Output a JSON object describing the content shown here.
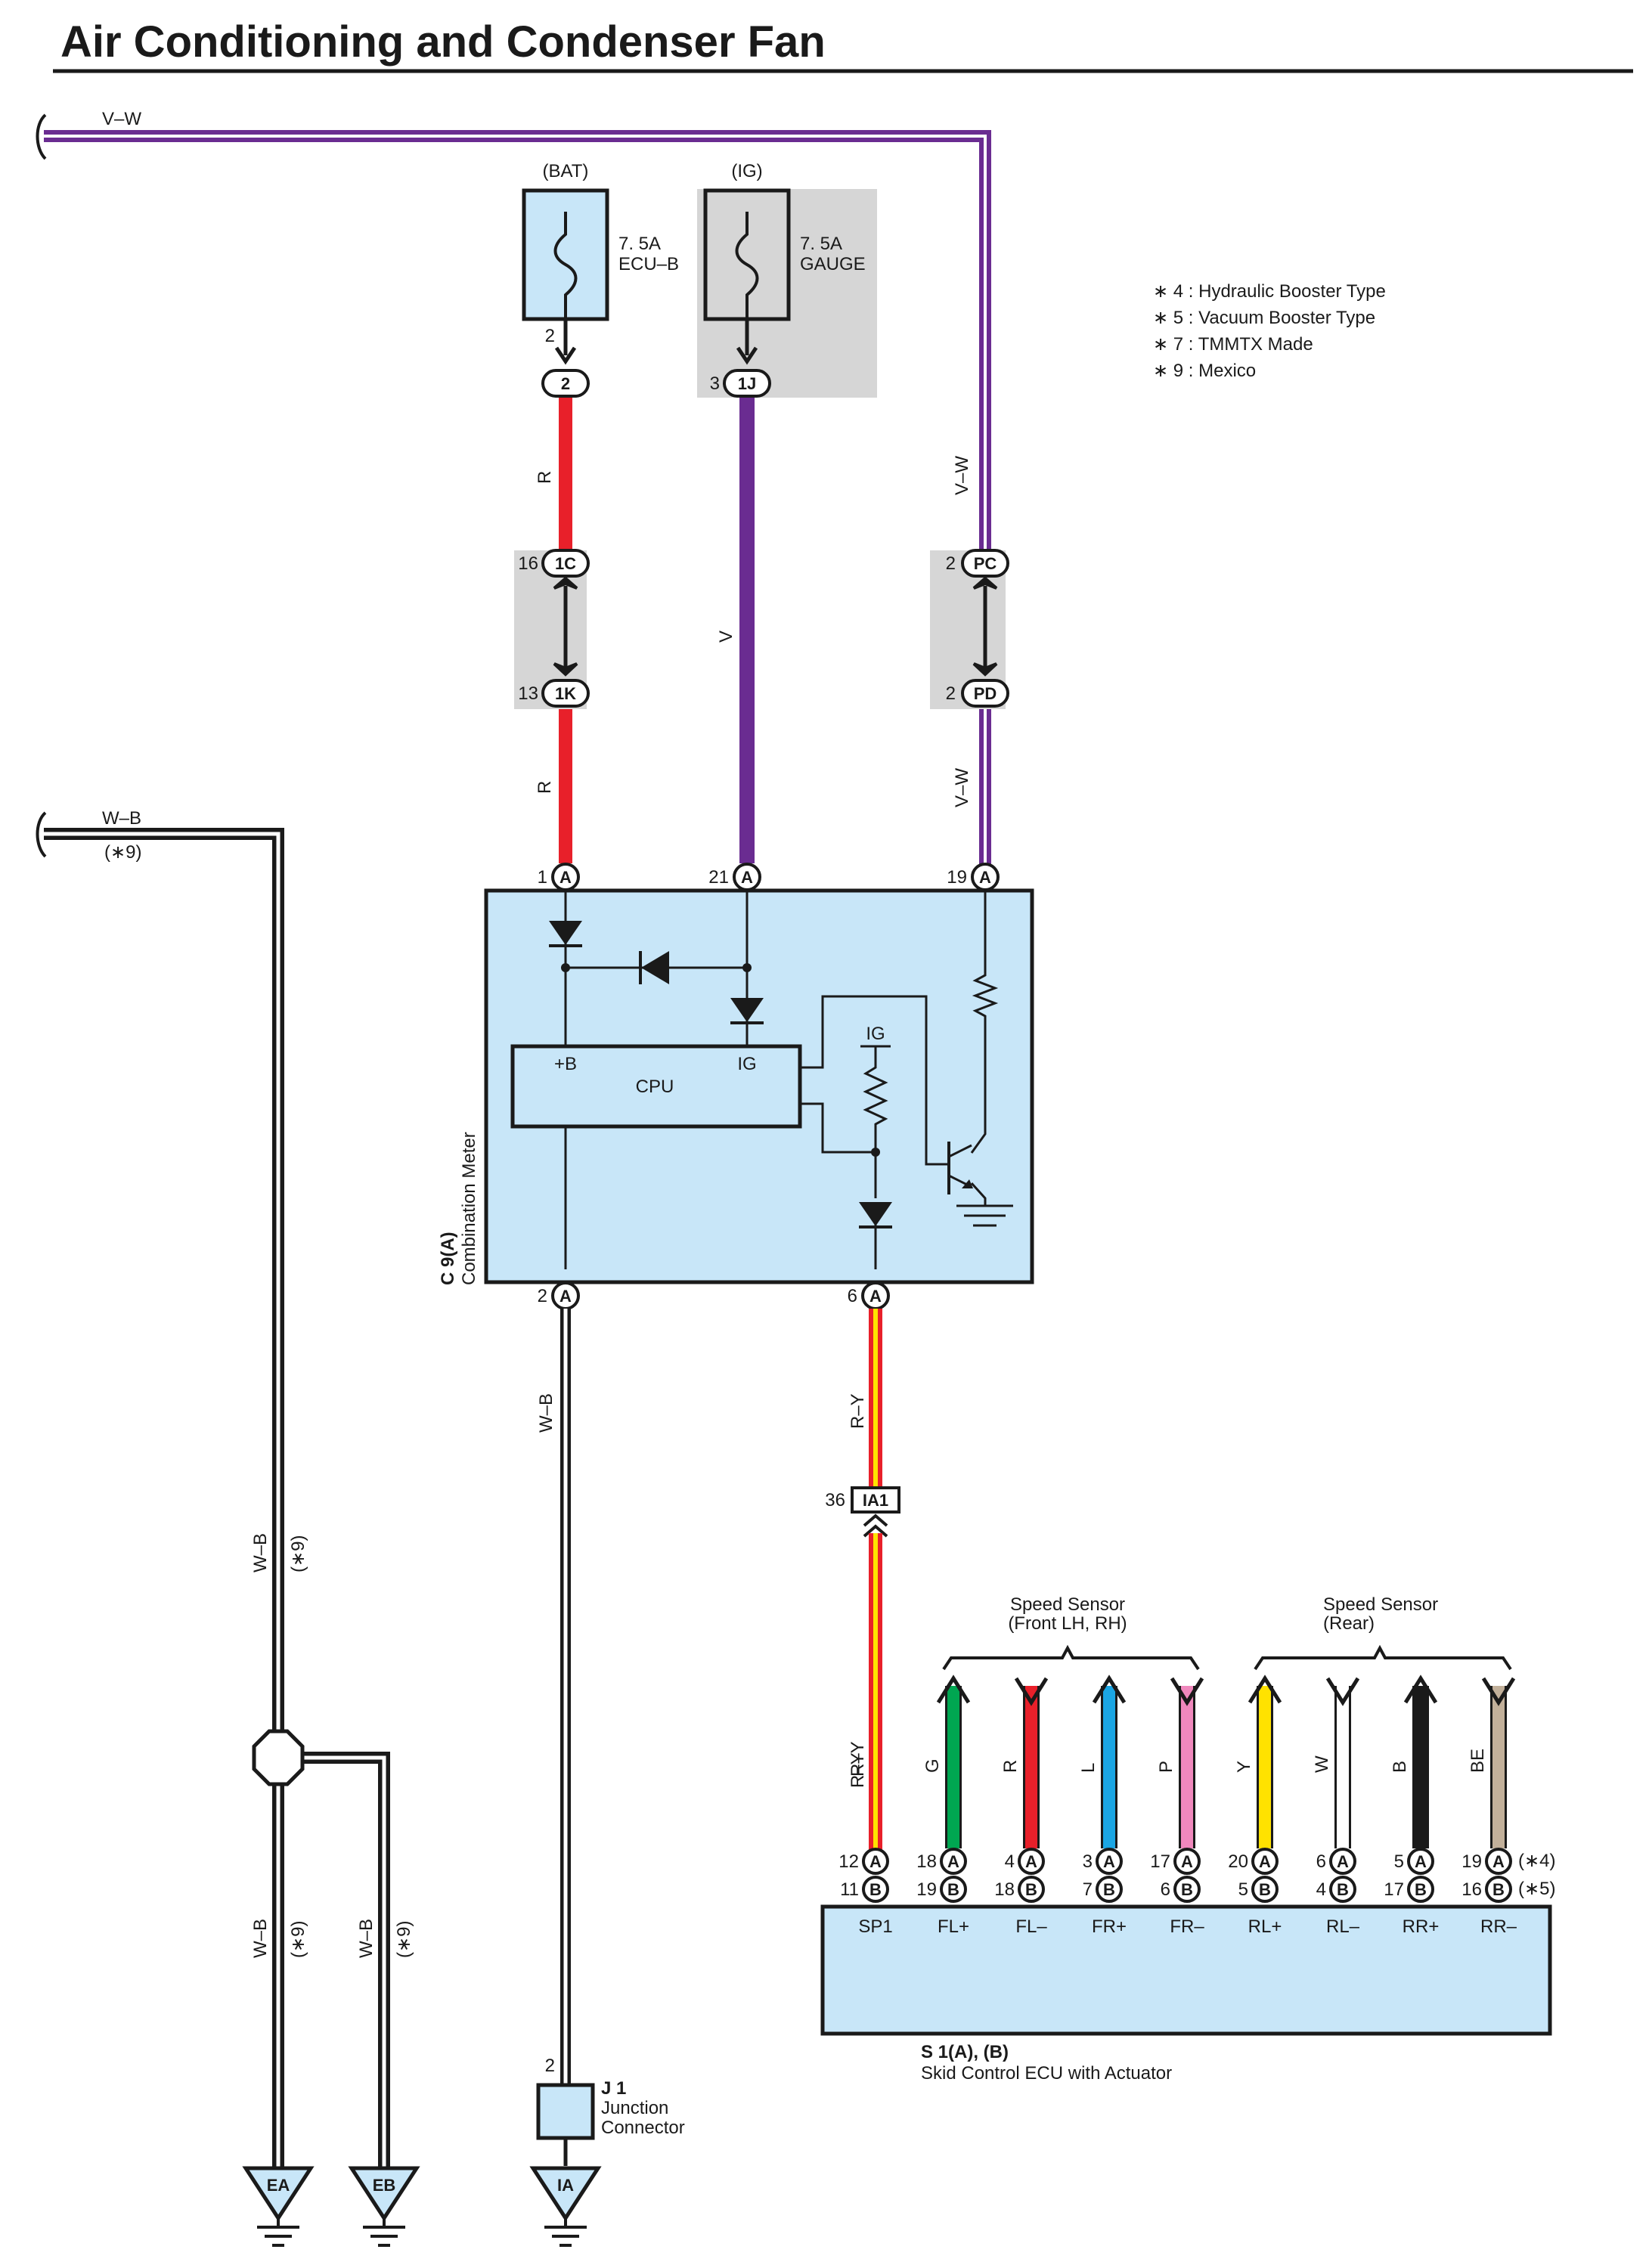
{
  "title": "Air Conditioning and Condenser Fan",
  "notes": [
    "∗ 4 : Hydraulic Booster Type",
    "∗ 5 : Vacuum Booster Type",
    "∗ 7 : TMMTX Made",
    "∗ 9 : Mexico"
  ],
  "fuses": {
    "bat": {
      "source": "(BAT)",
      "rating": "7. 5A",
      "name": "ECU–B",
      "pin": "2",
      "connector": "2"
    },
    "ig": {
      "source": "(IG)",
      "rating": "7. 5A",
      "name": "GAUGE",
      "pin": "3",
      "connector": "1J"
    }
  },
  "wire_labels": {
    "v_w": "V–W",
    "w_b": "W–B",
    "r": "R",
    "v": "V",
    "r_y": "R–Y",
    "note9": "(∗9)"
  },
  "junctions": {
    "c1": {
      "pin": "16",
      "code": "1C"
    },
    "k1": {
      "pin": "13",
      "code": "1K"
    },
    "pc": {
      "pin": "2",
      "code": "PC"
    },
    "pd": {
      "pin": "2",
      "code": "PD"
    },
    "ia1": {
      "pin": "36",
      "code": "IA1"
    }
  },
  "meter": {
    "code": "C 9(A)",
    "name": "Combination Meter",
    "cpu_label": "CPU",
    "b_label": "+B",
    "ig_label": "IG",
    "ig_label2": "IG",
    "pins_top": [
      {
        "num": "1",
        "letter": "A"
      },
      {
        "num": "21",
        "letter": "A"
      },
      {
        "num": "19",
        "letter": "A"
      }
    ],
    "pins_bottom": [
      {
        "num": "2",
        "letter": "A"
      },
      {
        "num": "6",
        "letter": "A"
      }
    ]
  },
  "speed_sensor_front": "Speed Sensor\n(Front LH,  RH)",
  "speed_sensor_front_l1": "Speed Sensor",
  "speed_sensor_front_l2": "(Front LH,  RH)",
  "speed_sensor_rear_l1": "Speed Sensor",
  "speed_sensor_rear_l2": "(Rear)",
  "ecu": {
    "code": "S 1(A), (B)",
    "name": "Skid Control ECU with Actuator",
    "note4": "(∗4)",
    "note5": "(∗5)",
    "terminals": [
      {
        "label": "SP1",
        "a_num": "12",
        "b_num": "11",
        "wire": "R–Y",
        "color": "#e8202a"
      },
      {
        "label": "FL+",
        "a_num": "18",
        "b_num": "19",
        "wire": "G",
        "color": "#00a651"
      },
      {
        "label": "FL–",
        "a_num": "4",
        "b_num": "18",
        "wire": "R",
        "color": "#e8202a"
      },
      {
        "label": "FR+",
        "a_num": "3",
        "b_num": "7",
        "wire": "L",
        "color": "#1ba6e4"
      },
      {
        "label": "FR–",
        "a_num": "17",
        "b_num": "6",
        "wire": "P",
        "color": "#f088bd"
      },
      {
        "label": "RL+",
        "a_num": "20",
        "b_num": "5",
        "wire": "Y",
        "color": "#ffe200"
      },
      {
        "label": "RL–",
        "a_num": "6",
        "b_num": "4",
        "wire": "W",
        "color": "#ffffff"
      },
      {
        "label": "RR+",
        "a_num": "5",
        "b_num": "17",
        "wire": "B",
        "color": "#1a1a1a"
      },
      {
        "label": "RR–",
        "a_num": "19",
        "b_num": "16",
        "wire": "BE",
        "color": "#c2b09a"
      }
    ]
  },
  "pin_letter_a": "A",
  "pin_letter_b": "B",
  "junction_connector": {
    "code": "J 1",
    "name_l1": "Junction",
    "name_l2": "Connector",
    "pin": "2"
  },
  "grounds": [
    "EA",
    "EB",
    "IA"
  ]
}
